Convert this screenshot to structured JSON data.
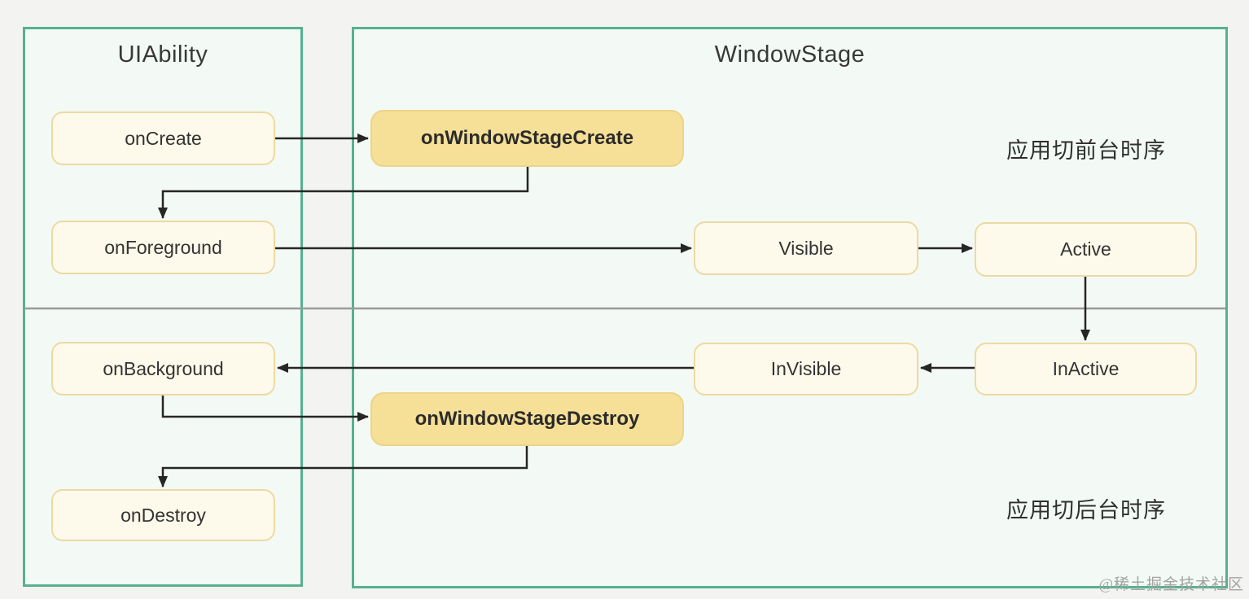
{
  "diagram": {
    "panels": {
      "uiability": {
        "title": "UIAbility"
      },
      "windowstage": {
        "title": "WindowStage"
      }
    },
    "nodes": {
      "on_create": {
        "label": "onCreate"
      },
      "on_foreground": {
        "label": "onForeground"
      },
      "on_background": {
        "label": "onBackground"
      },
      "on_destroy": {
        "label": "onDestroy"
      },
      "on_window_stage_create": {
        "label": "onWindowStageCreate"
      },
      "on_window_stage_destroy": {
        "label": "onWindowStageDestroy"
      },
      "visible": {
        "label": "Visible"
      },
      "active": {
        "label": "Active"
      },
      "invisible": {
        "label": "InVisible"
      },
      "inactive": {
        "label": "InActive"
      }
    },
    "annotations": {
      "to_foreground": "应用切前台时序",
      "to_background": "应用切后台时序"
    },
    "watermark": "@稀土掘金技术社区",
    "colors": {
      "panel_border": "#55b28e",
      "panel_fill": "#f3faf5",
      "plain_node_fill": "#fdfaeb",
      "plain_node_border": "#edd9a3",
      "highlight_node_fill": "#f6df96",
      "arrow": "#262626",
      "divider": "#9a9a9a"
    }
  }
}
